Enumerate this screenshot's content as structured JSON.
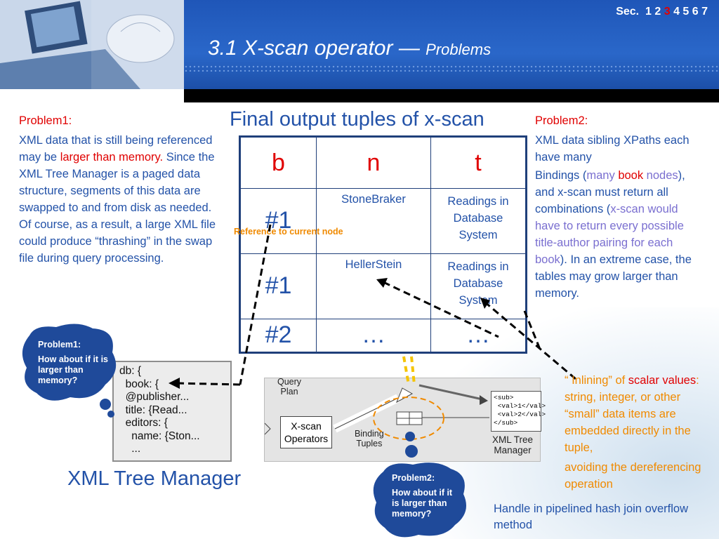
{
  "nav": {
    "label": "Sec.",
    "pre": "1 2",
    "current": "3",
    "post": "4 5 6 7"
  },
  "title": {
    "main": "3.1 X-scan operator — ",
    "sub": "Problems"
  },
  "problem1": {
    "label": "Problem1:",
    "t1": "XML data that is still being referenced may be ",
    "t2": "larger than memory.",
    "t3": " Since the XML Tree Manager is a paged data structure, segments of this data are swapped to and from disk as needed. Of course, as a result, a large XML file could produce “thrashing” in the swap file during query processing."
  },
  "problem2": {
    "label": "Problem2:",
    "t1": "XML data sibling XPaths each have many",
    "t2": "Bindings (",
    "t3": "many ",
    "t4": "book",
    "t5": " nodes",
    "t6": "), and x-scan must return all combinations (",
    "t7": "x-scan would have to return every possible title-author pairing for each book",
    "t8": "). In an extreme case, the tables may grow larger than memory."
  },
  "table": {
    "title": "Final output tuples of x-scan",
    "headers": [
      "b",
      "n",
      "t"
    ],
    "rows": [
      {
        "b": "#1",
        "n": "StoneBraker",
        "t1": "Readings in",
        "t2": "Database",
        "t3": "System"
      },
      {
        "b": "#1",
        "n": "HellerStein",
        "t1": "Readings in",
        "t2": "Database",
        "t3": "System"
      },
      {
        "b": "#2",
        "n": "…",
        "t1": "…",
        "t2": "",
        "t3": ""
      }
    ]
  },
  "ref_note": "Reference to current node",
  "inlining": {
    "q1": "“ Inlining” of ",
    "s1": "scalar values",
    "q2": ": string, integer, or other “small” data items are embedded directly in the tuple,",
    "q3": "avoiding the dereferencing operation"
  },
  "handle": "Handle in pipelined hash join overflow method",
  "xml_tree_manager": "XML Tree Manager",
  "code": "db: {\n  book: {\n  @publisher...\n  title: {Read...\n  editors: {\n    name: {Ston...\n    ...",
  "diagram": {
    "query_plan": "Query\nPlan",
    "xscan": "X-scan\nOperators",
    "binding": "Binding\nTuples",
    "manager": "XML Tree\nManager",
    "sub": "<sub>\n <val>1</val>\n <val>2</val>\n</sub>"
  },
  "bubble1": {
    "label": "Problem1:",
    "text": "How about if it is larger than memory?"
  },
  "bubble2": {
    "label": "Problem2:",
    "text": "How about if it is larger than memory?"
  },
  "colors": {
    "blue": "#2352a8",
    "red": "#e00000",
    "orange": "#f08a00",
    "navy_bubble": "#1f4a9a"
  }
}
